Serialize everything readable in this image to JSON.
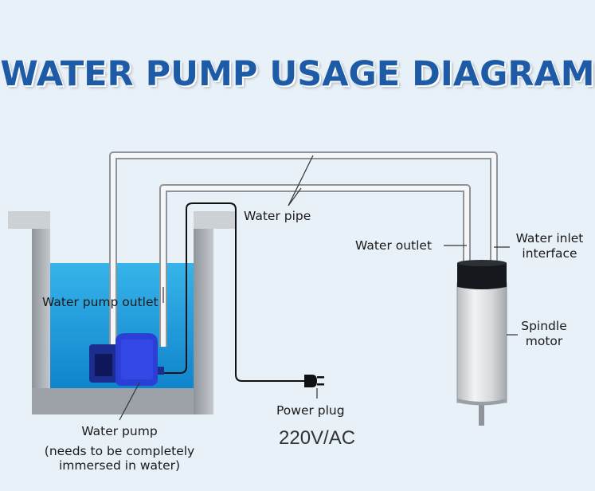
{
  "title": "WATER PUMP USAGE DIAGRAM",
  "labels": {
    "water_pipe": "Water pipe",
    "water_outlet": "Water outlet",
    "water_inlet_line1": "Water inlet",
    "water_inlet_line2": "interface",
    "pump_outlet": "Water pump outlet",
    "spindle_line1": "Spindle",
    "spindle_line2": "motor",
    "water_pump": "Water pump",
    "pump_note_line1": "(needs to be completely",
    "pump_note_line2": "immersed in water)",
    "power_plug": "Power plug",
    "voltage": "220V/AC"
  },
  "colors": {
    "title": "#1d5ba6",
    "water": "#1aa0e0",
    "pump_body": "#2b3fd6",
    "tank_wall": "#a9aeb4"
  }
}
